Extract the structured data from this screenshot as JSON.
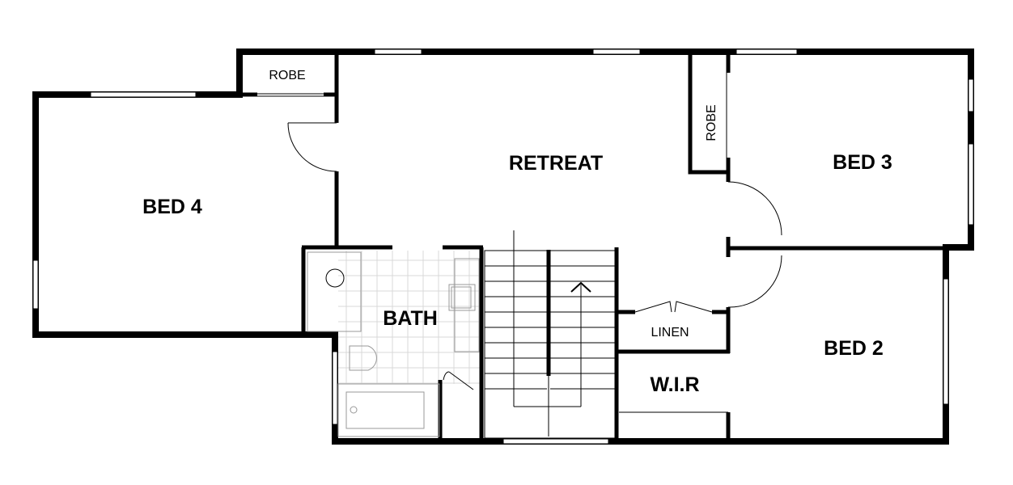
{
  "title": "Upper floor plan",
  "rooms": {
    "retreat": "RETREAT",
    "bed4": "BED 4",
    "bed3": "BED 3",
    "bed2": "BED 2",
    "bath": "BATH",
    "linen": "LINEN",
    "wir": "W.I.R",
    "robe_bed4": "ROBE",
    "robe_bed3": "ROBE"
  },
  "colors": {
    "wall": "#000000",
    "tile": "#d8d8d8"
  }
}
